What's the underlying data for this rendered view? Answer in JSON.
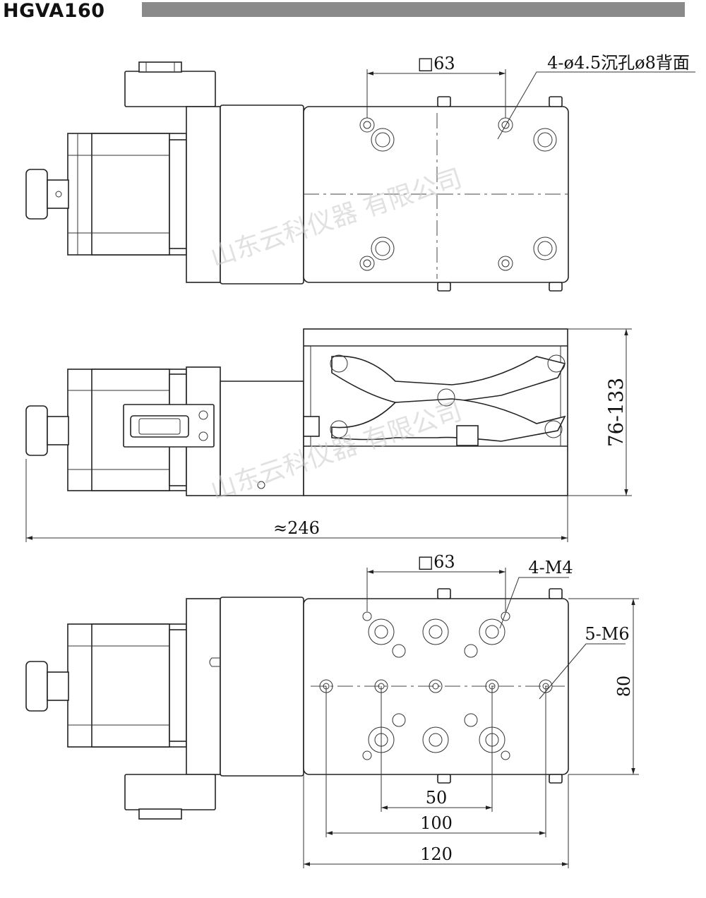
{
  "title": "HGVA160",
  "watermark": "山东云科仪器 有限公司",
  "views": {
    "top": {
      "dim_square": "□63",
      "hole_note": "4-ø4.5沉孔ø8背面"
    },
    "side": {
      "height_range": "76-133",
      "overall_length": "≈246"
    },
    "bottom": {
      "dim_square": "□63",
      "m4_note": "4-M4",
      "m6_note": "5-M6",
      "width": "80",
      "spacing_50": "50",
      "spacing_100": "100",
      "length_120": "120"
    }
  }
}
